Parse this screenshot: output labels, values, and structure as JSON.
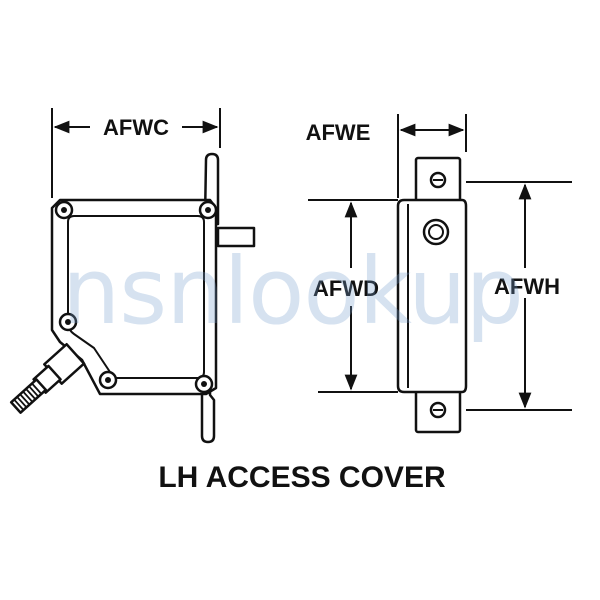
{
  "diagram": {
    "caption": "LH ACCESS COVER",
    "dimensions": {
      "afwc": "AFWC",
      "afwe": "AFWE",
      "afwd": "AFWD",
      "afwh": "AFWH"
    }
  },
  "watermark": "nsnlookup",
  "colors": {
    "line": "#111111",
    "background": "#ffffff",
    "watermark": "#78a0cd",
    "accent": "#d08020"
  }
}
